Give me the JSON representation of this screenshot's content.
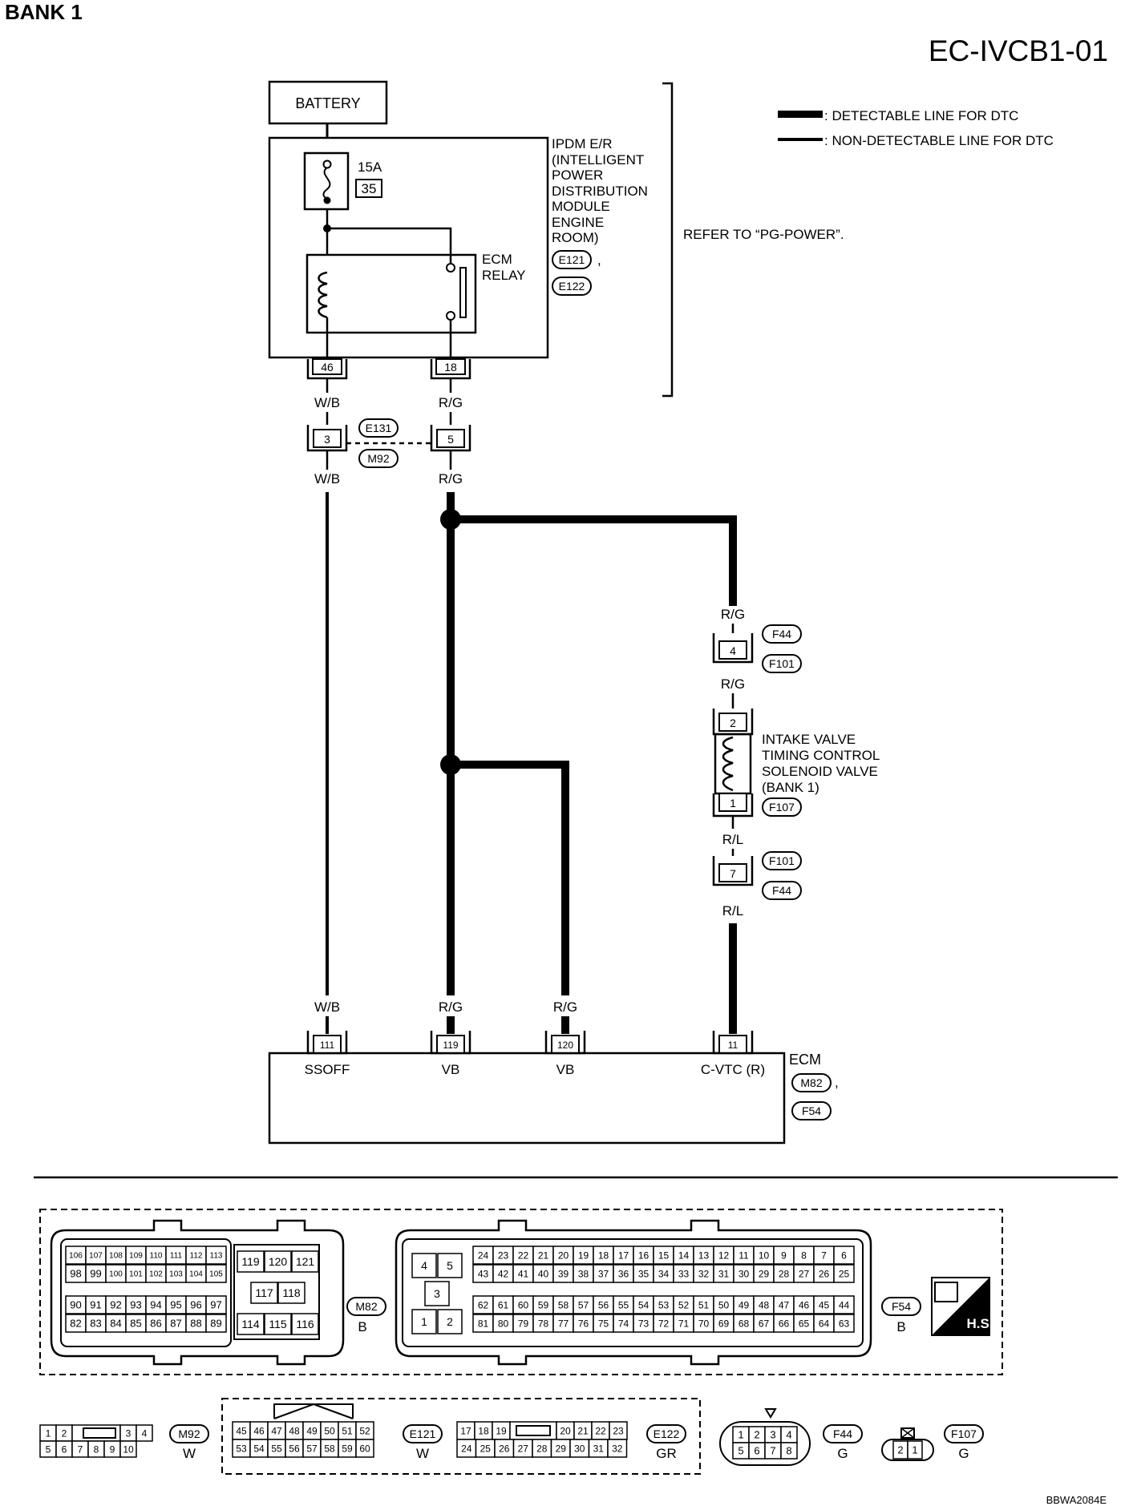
{
  "header": {
    "bank": "BANK 1",
    "code": "EC-IVCB1-01"
  },
  "legend": {
    "detectable": ": DETECTABLE LINE FOR DTC",
    "non_detectable": ": NON-DETECTABLE LINE FOR DTC"
  },
  "battery": "BATTERY",
  "fuse": {
    "rating": "15A",
    "number": "35"
  },
  "ipdm": {
    "lines": [
      "IPDM E/R",
      "(INTELLIGENT",
      "POWER",
      "DISTRIBUTION",
      "MODULE",
      "ENGINE",
      "ROOM)"
    ],
    "connectors": [
      "E121",
      "E122"
    ],
    "comma": ","
  },
  "ecm_relay": [
    "ECM",
    "RELAY"
  ],
  "refer": "REFER TO “PG-POWER”.",
  "ipdm_pins": {
    "left": "46",
    "right": "18"
  },
  "wires": {
    "wb": "W/B",
    "rg": "R/G",
    "rl": "R/L"
  },
  "joint": {
    "pin_left": "3",
    "pin_right": "5",
    "conn_top": "E131",
    "conn_bottom": "M92"
  },
  "f44_pin4": {
    "pin": "4",
    "conn_top": "F44",
    "conn_bottom": "F101"
  },
  "solenoid": {
    "lines": [
      "INTAKE VALVE",
      "TIMING CONTROL",
      "SOLENOID VALVE",
      "(BANK 1)"
    ],
    "pin_top": "2",
    "pin_bottom": "1",
    "connector": "F107"
  },
  "f101_pin7": {
    "pin": "7",
    "conn_top": "F101",
    "conn_bottom": "F44"
  },
  "ecm": {
    "label": "ECM",
    "connectors": [
      "M82",
      "F54"
    ],
    "comma": ",",
    "terminals": [
      {
        "pin": "111",
        "name": "SSOFF"
      },
      {
        "pin": "119",
        "name": "VB"
      },
      {
        "pin": "120",
        "name": "VB"
      },
      {
        "pin": "11",
        "name": "C-VTC (R)"
      }
    ]
  },
  "connectors_bottom": {
    "m82": {
      "id": "M82",
      "color": "B",
      "rows_left": [
        [
          "106",
          "107",
          "108",
          "109",
          "110",
          "111",
          "112",
          "113"
        ],
        [
          "98",
          "99",
          "100",
          "101",
          "102",
          "103",
          "104",
          "105"
        ],
        [
          "90",
          "91",
          "92",
          "93",
          "94",
          "95",
          "96",
          "97"
        ],
        [
          "82",
          "83",
          "84",
          "85",
          "86",
          "87",
          "88",
          "89"
        ]
      ],
      "block_right": [
        "119",
        "120",
        "121",
        "117",
        "118",
        "114",
        "115",
        "116"
      ]
    },
    "f54": {
      "id": "F54",
      "color": "B",
      "small": [
        "4",
        "5",
        "3",
        "1",
        "2"
      ],
      "rows": [
        [
          "24",
          "23",
          "22",
          "21",
          "20",
          "19",
          "18",
          "17",
          "16",
          "15",
          "14",
          "13",
          "12",
          "11",
          "10",
          "9",
          "8",
          "7",
          "6"
        ],
        [
          "43",
          "42",
          "41",
          "40",
          "39",
          "38",
          "37",
          "36",
          "35",
          "34",
          "33",
          "32",
          "31",
          "30",
          "29",
          "28",
          "27",
          "26",
          "25"
        ],
        [
          "62",
          "61",
          "60",
          "59",
          "58",
          "57",
          "56",
          "55",
          "54",
          "53",
          "52",
          "51",
          "50",
          "49",
          "48",
          "47",
          "46",
          "45",
          "44"
        ],
        [
          "81",
          "80",
          "79",
          "78",
          "77",
          "76",
          "75",
          "74",
          "73",
          "72",
          "71",
          "70",
          "69",
          "68",
          "67",
          "66",
          "65",
          "64",
          "63"
        ]
      ]
    },
    "hs": "H.S.",
    "m92": {
      "id": "M92",
      "color": "W",
      "top": [
        "1",
        "2",
        "",
        "3",
        "4"
      ],
      "bottom": [
        "5",
        "6",
        "7",
        "8",
        "9",
        "10"
      ]
    },
    "e121": {
      "id": "E121",
      "color": "W",
      "top": [
        "45",
        "46",
        "47",
        "48",
        "49",
        "50",
        "51",
        "52"
      ],
      "bottom": [
        "53",
        "54",
        "55",
        "56",
        "57",
        "58",
        "59",
        "60"
      ]
    },
    "e122": {
      "id": "E122",
      "color": "GR",
      "top": [
        "17",
        "18",
        "19",
        "",
        "20",
        "21",
        "22",
        "23"
      ],
      "bottom": [
        "24",
        "25",
        "26",
        "27",
        "28",
        "29",
        "30",
        "31",
        "32"
      ]
    },
    "f44": {
      "id": "F44",
      "color": "G",
      "top": [
        "1",
        "2",
        "3",
        "4"
      ],
      "bottom": [
        "5",
        "6",
        "7",
        "8"
      ]
    },
    "f107": {
      "id": "F107",
      "color": "G",
      "pins": [
        "2",
        "1"
      ]
    }
  },
  "footer_code": "BBWA2084E"
}
